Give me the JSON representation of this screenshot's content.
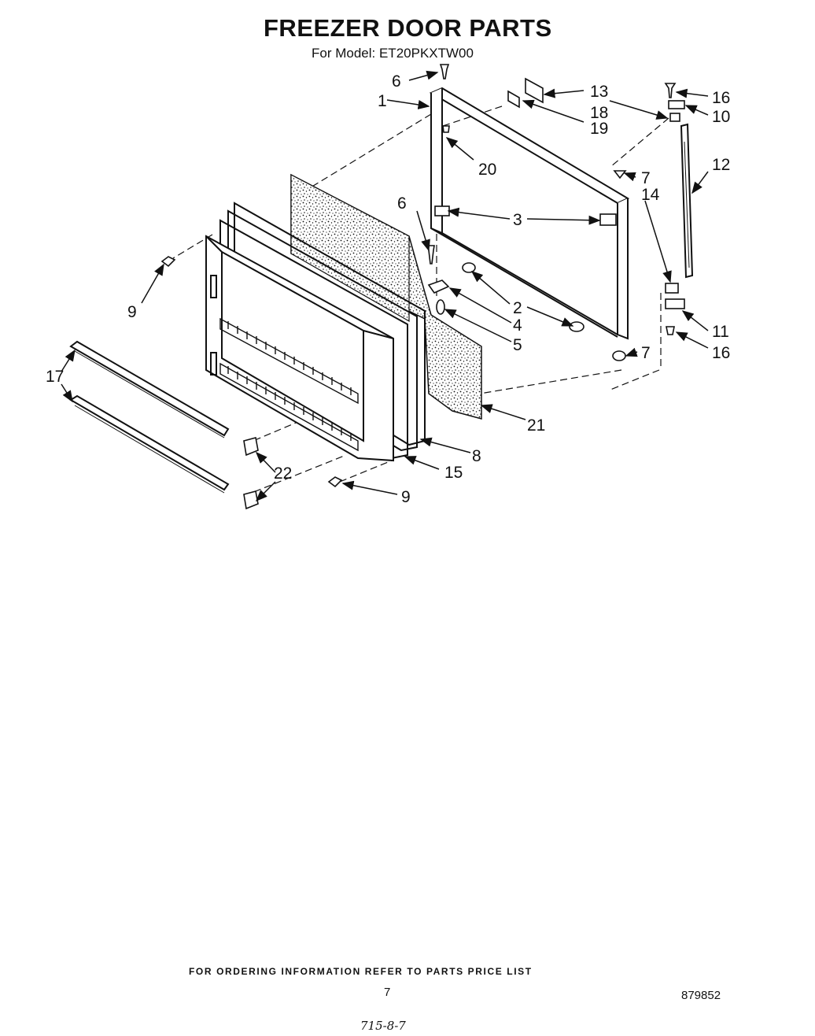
{
  "title": "FREEZER DOOR PARTS",
  "subtitle": "For Model: ET20PKXTW00",
  "callouts": [
    {
      "id": "c6a",
      "label": "6"
    },
    {
      "id": "c1",
      "label": "1"
    },
    {
      "id": "c13",
      "label": "13"
    },
    {
      "id": "c18",
      "label": "18"
    },
    {
      "id": "c19",
      "label": "19"
    },
    {
      "id": "c16a",
      "label": "16"
    },
    {
      "id": "c10",
      "label": "10"
    },
    {
      "id": "c20",
      "label": "20"
    },
    {
      "id": "c12",
      "label": "12"
    },
    {
      "id": "c7a",
      "label": "7"
    },
    {
      "id": "c14",
      "label": "14"
    },
    {
      "id": "c6b",
      "label": "6"
    },
    {
      "id": "c3",
      "label": "3"
    },
    {
      "id": "c2",
      "label": "2"
    },
    {
      "id": "c4",
      "label": "4"
    },
    {
      "id": "c5",
      "label": "5"
    },
    {
      "id": "c11",
      "label": "11"
    },
    {
      "id": "c16b",
      "label": "16"
    },
    {
      "id": "c7b",
      "label": "7"
    },
    {
      "id": "c9a",
      "label": "9"
    },
    {
      "id": "c17",
      "label": "17"
    },
    {
      "id": "c21",
      "label": "21"
    },
    {
      "id": "c8",
      "label": "8"
    },
    {
      "id": "c22",
      "label": "22"
    },
    {
      "id": "c15",
      "label": "15"
    },
    {
      "id": "c9b",
      "label": "9"
    }
  ],
  "footer": {
    "ordering_note": "FOR ORDERING INFORMATION REFER TO PARTS PRICE LIST",
    "page_number": "7",
    "document_number": "879852",
    "handwritten_note": "715-8-7"
  }
}
